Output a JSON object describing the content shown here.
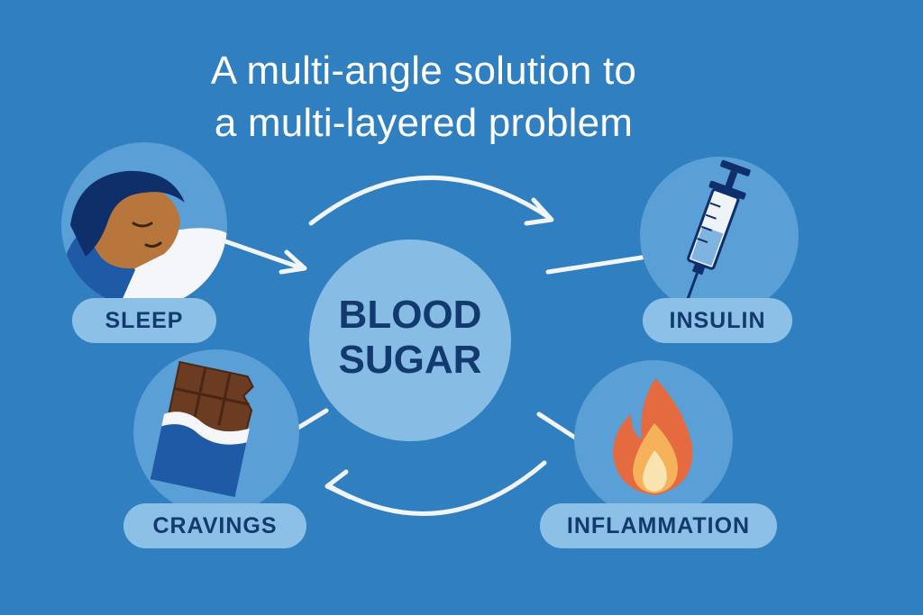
{
  "title": {
    "line1": "A multi-angle solution to",
    "line2": "a multi-layered problem"
  },
  "center": {
    "line1": "BLOOD",
    "line2": "SUGAR"
  },
  "factors": {
    "sleep": "SLEEP",
    "insulin": "INSULIN",
    "cravings": "CRAVINGS",
    "inflammation": "INFLAMMATION"
  },
  "colors": {
    "background": "#2f7fc1",
    "center_circle": "#87bde5",
    "node_circle": "#5a9fd6",
    "label_pill": "#8cc0e6",
    "label_text": "#123a6e",
    "arrow": "#f2f5f8"
  },
  "icons": {
    "sleep": "sleeping-person-icon",
    "insulin": "syringe-icon",
    "cravings": "chocolate-bar-icon",
    "inflammation": "flame-icon"
  }
}
